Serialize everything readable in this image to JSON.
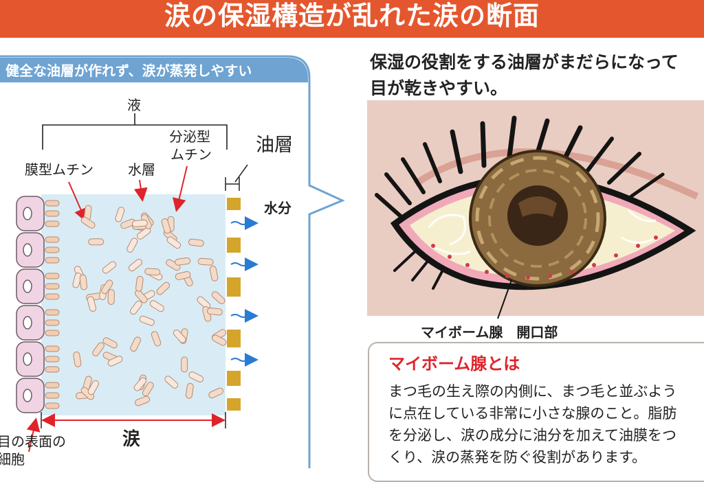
{
  "title": "涙の保湿構造が乱れた涙の断面",
  "left_panel": {
    "header": "健全な油層が作れず、涙が蒸発しやすい",
    "labels": {
      "liquid": "液",
      "secretory_mucin": "分泌型\nムチン",
      "oil_layer": "油層",
      "membrane_mucin": "膜型ムチン",
      "water_layer": "水層",
      "moisture": "水分",
      "tears": "涙",
      "surface_cells": "目の表面の\n細胞"
    }
  },
  "right_panel": {
    "description": "保湿の役割をする油層がまだらになって\n目が乾きやすい。",
    "eye_label": "マイボーム腺　開口部",
    "info_title": "マイボーム腺とは",
    "info_body": "まつ毛の生え際の内側に、まつ毛と並ぶよう\nに点在している非常に小さな腺のこと。脂肪\nを分泌し、涙の成分に油分を加えて油膜をつ\nくり、涙の蒸発を防ぐ役割があります。"
  },
  "colors": {
    "title_bg": "#e4572e",
    "panel_border": "#6ea3d2",
    "water": "#d9ecf5",
    "oil": "#d4a52a",
    "mucin": "#f2cdb3",
    "cells": "#f1d4e4",
    "arrow_red": "#e0232a",
    "arrow_blue": "#2a7bd4"
  }
}
